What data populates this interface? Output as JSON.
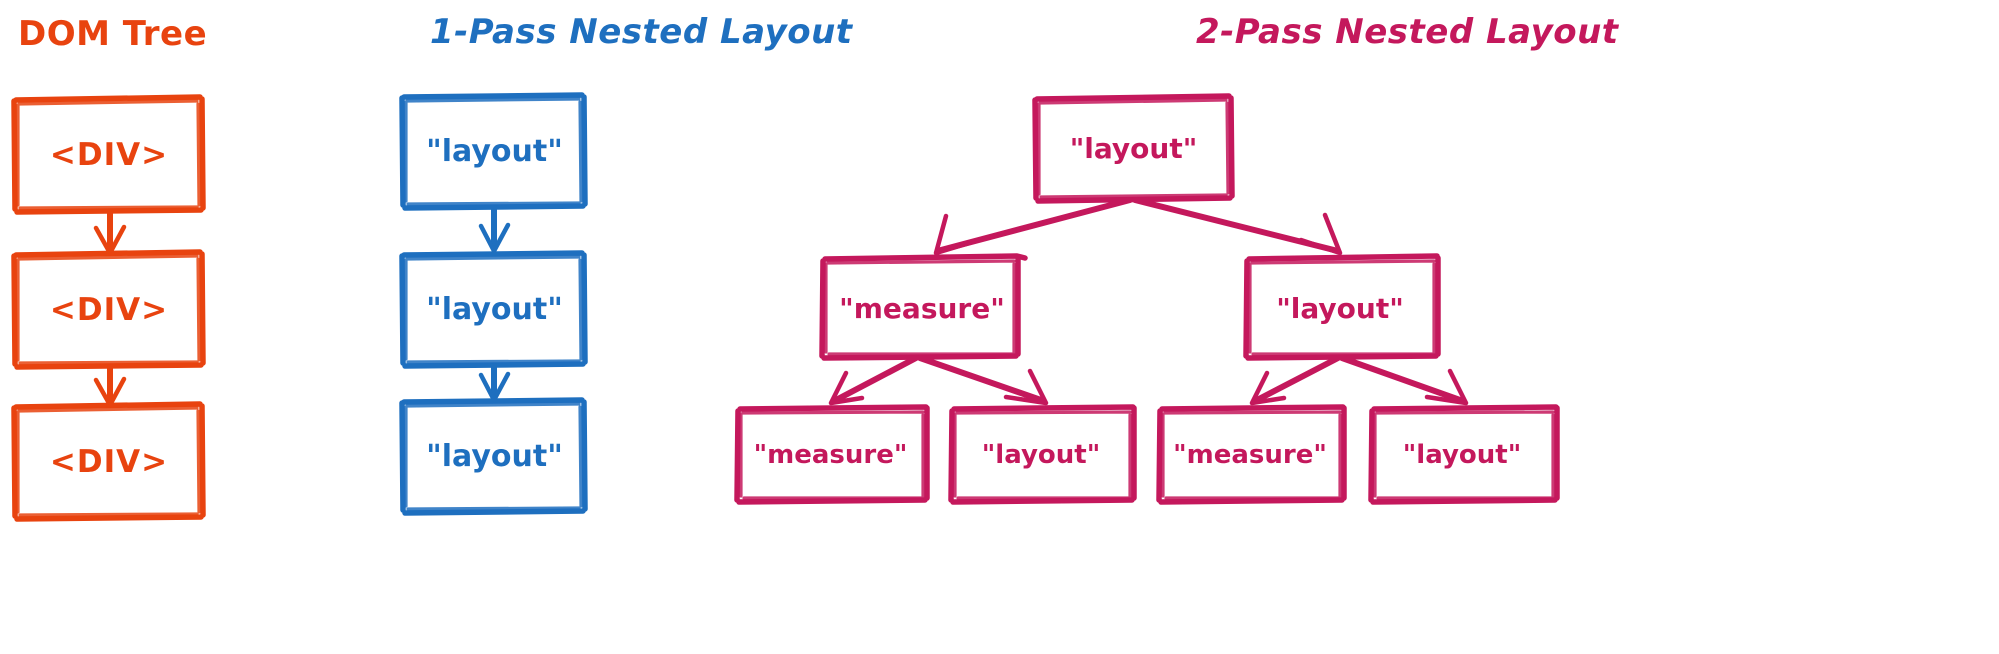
{
  "columns": [
    {
      "id": "dom-tree",
      "title": "DOM Tree",
      "color": "#E8430F",
      "kind": "chain",
      "nodes": [
        {
          "label": "<DIV>"
        },
        {
          "label": "<DIV>"
        },
        {
          "label": "<DIV>"
        }
      ]
    },
    {
      "id": "one-pass-nested-layout",
      "title": "1-Pass Nested Layout",
      "color": "#1E6FBF",
      "kind": "chain",
      "nodes": [
        {
          "label": "\"layout\""
        },
        {
          "label": "\"layout\""
        },
        {
          "label": "\"layout\""
        }
      ]
    },
    {
      "id": "two-pass-nested-layout",
      "title": "2-Pass Nested Layout",
      "color": "#C4185C",
      "kind": "tree",
      "nodes": {
        "root": {
          "label": "\"layout\""
        },
        "level2": [
          {
            "label": "\"measure\""
          },
          {
            "label": "\"layout\""
          }
        ],
        "level3": [
          {
            "label": "\"measure\""
          },
          {
            "label": "\"layout\""
          },
          {
            "label": "\"measure\""
          },
          {
            "label": "\"layout\""
          }
        ]
      }
    }
  ],
  "icons": {
    "arrow_down": "arrow-down-icon",
    "arrow_branch": "arrow-branch-icon"
  }
}
